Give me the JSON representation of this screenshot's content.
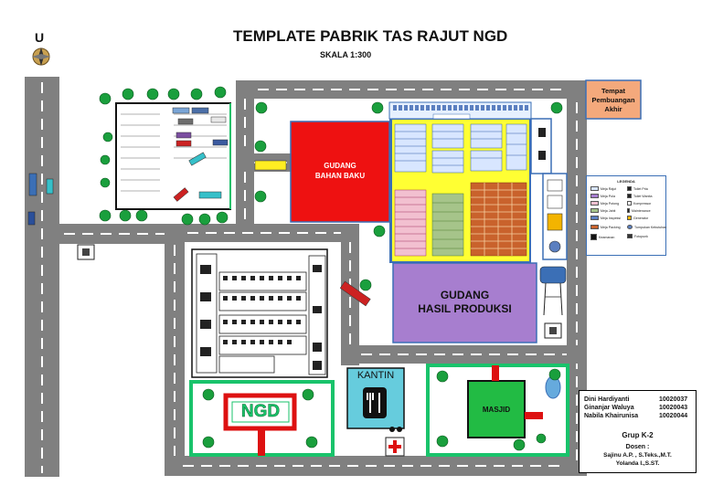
{
  "title": "TEMPLATE PABRIK TAS RAJUT NGD",
  "scale": "SKALA 1:300",
  "north": "U",
  "labels": {
    "gudang_bahan_baku_1": "GUDANG",
    "gudang_bahan_baku_2": "BAHAN BAKU",
    "gudang_hasil_1": "GUDANG",
    "gudang_hasil_2": "HASIL PRODUKSI",
    "tempat_pembuangan_1": "Tempat",
    "tempat_pembuangan_2": "Pembuangan",
    "tempat_pembuangan_3": "Akhir",
    "kantin": "KANTIN",
    "masjid": "MASJID",
    "ngd_sign": "NGD"
  },
  "legend": {
    "title": "LEGENDA",
    "items_left": [
      "Meja Rajut",
      "Meja Pola",
      "Meja Potong",
      "Meja Jahit",
      "Meja Inspeksi",
      "Meja Packing",
      "Keamanan"
    ],
    "items_right": [
      "Toilet Pria",
      "Toilet Wanita",
      "Kompressor",
      "Maintenance",
      "Generator",
      "Tumpukan Kebutuhan",
      "Fotopunk"
    ]
  },
  "team": {
    "members": [
      {
        "name": "Dini Hardiyanti",
        "nim": "10020037"
      },
      {
        "name": "Ginanjar Waluya",
        "nim": "10020043"
      },
      {
        "name": "Nabila Khairunisa",
        "nim": "10020044"
      }
    ],
    "group": "Grup K-2",
    "dosen_label": "Dosen :",
    "dosen": [
      "Sajinu A.P. , S.Teks.,M.T.",
      "Yolanda I.,S.ST."
    ]
  },
  "colors": {
    "road": "#808080",
    "road_stripe": "#ffffff",
    "gudang_bahan_baku": "#ee1111",
    "gudang_hasil": "#a77ecf",
    "production_yellow": "#ffff33",
    "kantin": "#66ccdd",
    "masjid": "#22bb44",
    "park_green": "#19c36b",
    "tempat_pembuangan": "#f4a97c",
    "frame_blue": "#3b6fb6",
    "tree": "#1a9f3d"
  },
  "icons": [
    "compass-icon",
    "tree-icon",
    "car-icon",
    "truck-icon",
    "security-post-icon",
    "toilet-icon",
    "fork-knife-icon",
    "water-tower-icon"
  ]
}
